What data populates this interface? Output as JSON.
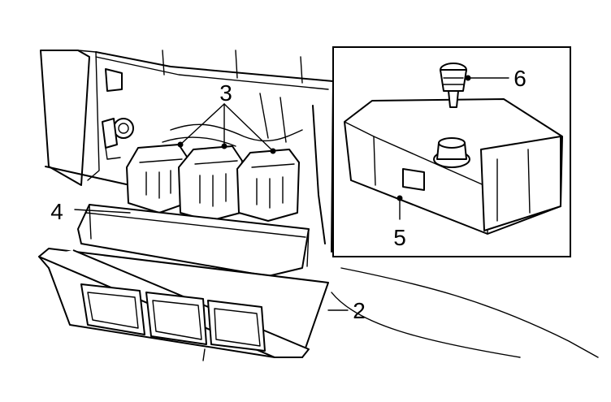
{
  "callouts": {
    "c2": "2",
    "c3": "3",
    "c4": "4",
    "c5": "5",
    "c6": "6"
  }
}
